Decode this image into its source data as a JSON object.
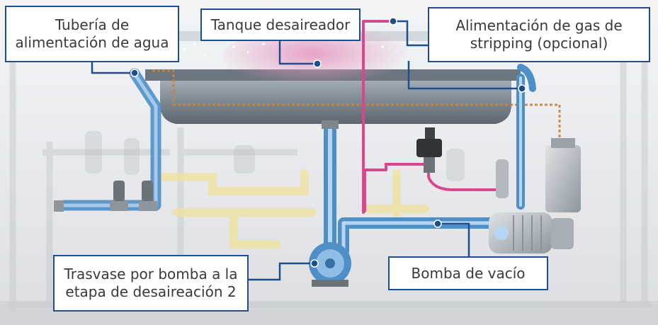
{
  "colors": {
    "water_pipe": "#6fa8dc",
    "gas_line": "#d9468f",
    "vacuum_line": "#c8843b",
    "callout_border": "#1f4e8c",
    "tank_body": "#8c959e",
    "frame_pipe": "#f2e6a3"
  },
  "callouts": {
    "water_feed_pipe": "Tubería de\nalimentación de agua",
    "deaerator_tank": "Tanque desaireador",
    "stripping_gas_feed": "Alimentación de gas de\nstripping (opcional)",
    "transfer_pump": "Trasvase por bomba a la\netapa de desaireación 2",
    "vacuum_pump": "Bomba de vacío"
  }
}
